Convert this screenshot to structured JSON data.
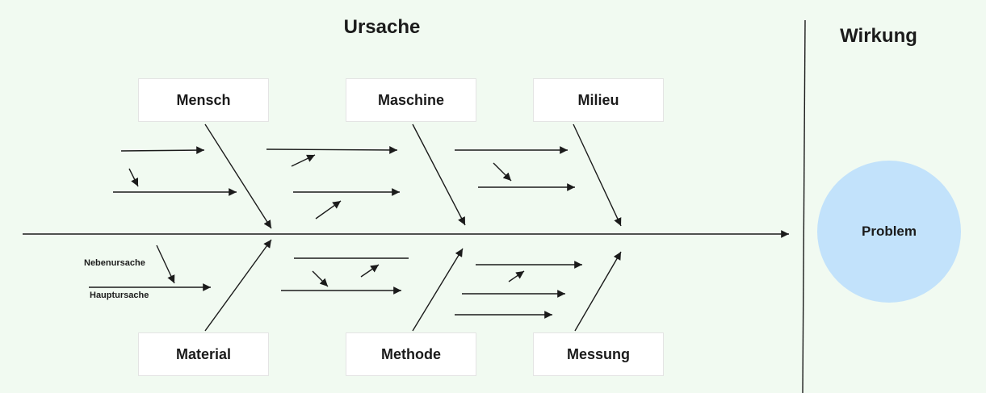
{
  "headings": {
    "cause": "Ursache",
    "effect": "Wirkung"
  },
  "categories": {
    "top": [
      "Mensch",
      "Maschine",
      "Milieu"
    ],
    "bottom": [
      "Material",
      "Methode",
      "Messung"
    ]
  },
  "problem": "Problem",
  "legend": {
    "secondary_cause": "Nebenursache",
    "main_cause": "Hauptursache"
  },
  "colors": {
    "background": "#f1faf1",
    "line": "#1b1b1b",
    "problem_fill": "#c2e2fb",
    "box_fill": "#ffffff"
  }
}
